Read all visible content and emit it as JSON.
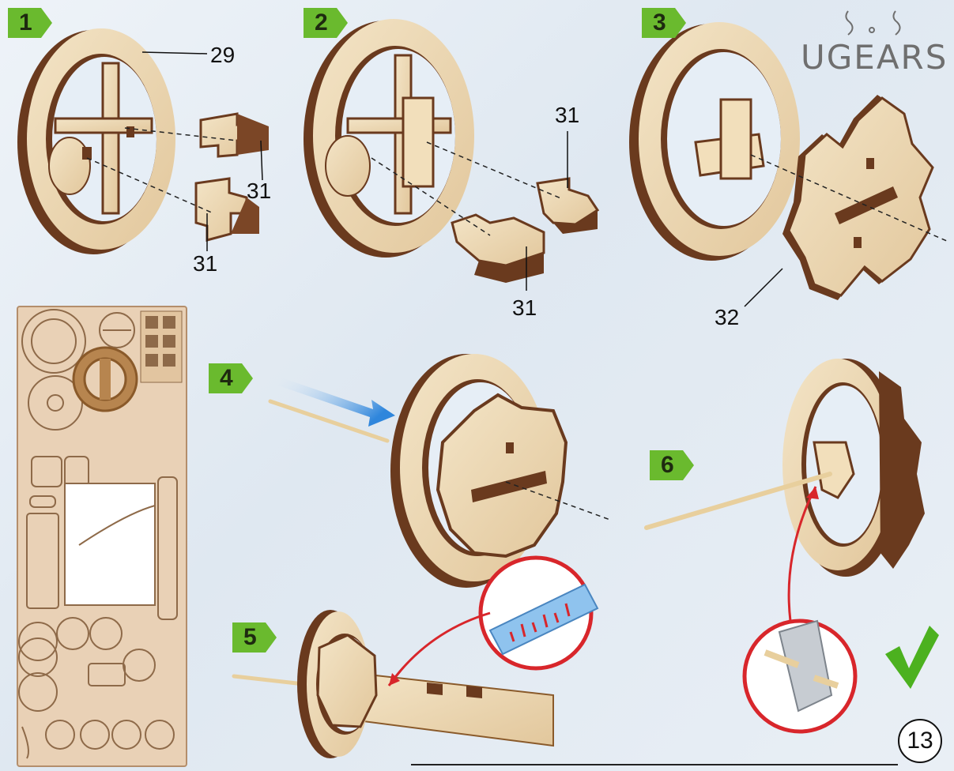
{
  "brand": {
    "name": "UGEARS",
    "logo": "ugears-squiggle-logo"
  },
  "steps": [
    {
      "number": "1",
      "part_labels": [
        "29",
        "31",
        "31"
      ]
    },
    {
      "number": "2",
      "part_labels": [
        "31",
        "31"
      ]
    },
    {
      "number": "3",
      "part_labels": [
        "32"
      ]
    },
    {
      "number": "4"
    },
    {
      "number": "5"
    },
    {
      "number": "6"
    }
  ],
  "page_number": "13",
  "colors": {
    "wood_light": "#efdcb8",
    "wood_dark": "#6a3a1e",
    "step_badge": "#6aba2e",
    "arrow_blue": "#3b8fe0",
    "callout_red": "#d8262b",
    "check_green": "#4cb11f"
  },
  "icons": [
    "checkmark-icon",
    "blue-arrow-icon",
    "magnifier-callout-icon"
  ]
}
